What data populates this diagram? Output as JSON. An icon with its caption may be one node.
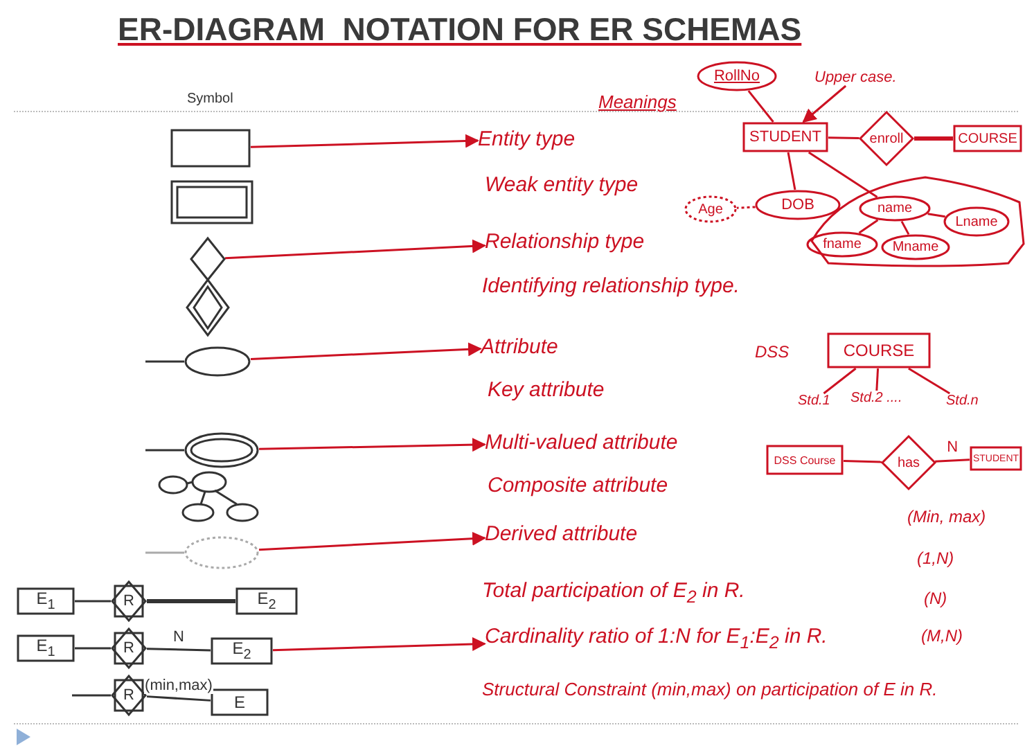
{
  "diagram": {
    "title": "ER-DIAGRAM  NOTATION FOR ER SCHEMAS",
    "nodes": [
      {
        "text": [],
        "shape": "box"
      },
      {
        "text": [],
        "shape": "box"
      },
      {
        "text": [],
        "shape": "diamond"
      },
      {
        "text": [],
        "shape": "diamond"
      },
      {
        "text": [],
        "shape": "ellipse"
      },
      {
        "text": [],
        "shape": "ellipse"
      },
      {
        "text": [],
        "shape": "ellipse"
      },
      {
        "text": [],
        "shape": "ellipse"
      },
      {
        "text": [
          "E$_{1}$"
        ]
      },
      {
        "text": [
          "R"
        ]
      },
      {
        "text": [
          "E$_{2}$"
        ]
      },
      {
        "text": [
          "E$_{1}$"
        ]
      },
      {
        "text": [
          "R"
        ]
      },
      {
        "text": [
          "E$_{2}$"
        ]
      },
      {
        "text": [
          "R"
        ]
      },
      {
        "text": [
          "E"
        ]
      },
      {
        "text": [
          "Entity type"
        ]
      },
      {
        "text": [
          "Relationship type"
        ]
      },
      {
        "text": [
          "Attribute"
        ]
      },
      {
        "text": [
          "Multi-valued attribute"
        ]
      },
      {
        "text": [
          "Derived attribute"
        ]
      },
      {
        "text": [
          "Cardinality ratio of 1:N for E$_{1}$:E$_{2}$ in R."
        ]
      },
      {
        "text": [
          "RollNo"
        ]
      },
      {
        "text": [
          "Upper case."
        ]
      },
      {
        "text": [
          "STUDENT"
        ]
      },
      {
        "text": [
          "enroll"
        ]
      },
      {
        "text": [
          "COURSE"
        ]
      },
      {
        "text": [
          "Age"
        ]
      },
      {
        "text": [
          "DOB"
        ]
      },
      {
        "text": [],
        "shape": "polygon"
      },
      {
        "text": [
          "name"
        ],
        "in": 29
      },
      {
        "text": [
          "fname"
        ],
        "in": 29
      },
      {
        "text": [
          "Mname"
        ],
        "in": 29
      },
      {
        "text": [
          "Lname"
        ],
        "in": 29
      },
      {
        "text": [
          "COURSE"
        ]
      },
      {
        "text": [
          "Std.1"
        ]
      },
      {
        "text": [
          "Std.2 ...."
        ]
      },
      {
        "text": [
          "Std.n"
        ]
      },
      {
        "text": [
          "DSS Course"
        ]
      },
      {
        "text": [
          "has"
        ]
      },
      {
        "text": [
          "STUDENT"
        ]
      }
    ],
    "edges": [
      {
        "from": 8,
        "to": 9,
        "arrow": "none",
        "color": "#333333"
      },
      {
        "from": 9,
        "to": 10,
        "arrow": "none",
        "style": "thick",
        "color": "#333333"
      },
      {
        "from": 11,
        "to": 12,
        "arrow": "none",
        "color": "#333333"
      },
      {
        "from": 12,
        "to": 13,
        "arrow": "none",
        "label": "N",
        "color": "#333333"
      },
      {
        "from": null,
        "to": 14,
        "arrow": "none",
        "color": "#333333"
      },
      {
        "from": 14,
        "to": 15,
        "arrow": "none",
        "label": "(min,max)",
        "color": "#333333"
      },
      {
        "from": 0,
        "to": 16,
        "arrow": "to"
      },
      {
        "from": 2,
        "to": 17,
        "arrow": "to"
      },
      {
        "from": 4,
        "to": 18,
        "arrow": "to"
      },
      {
        "from": 5,
        "to": 19,
        "arrow": "to"
      },
      {
        "from": 7,
        "to": 20,
        "arrow": "to"
      },
      {
        "from": 13,
        "to": 21,
        "arrow": "to"
      },
      {
        "from": 22,
        "to": 24,
        "arrow": "none"
      },
      {
        "from": 23,
        "to": 24,
        "arrow": "to"
      },
      {
        "from": 24,
        "to": 25,
        "arrow": "none"
      },
      {
        "from": 25,
        "to": 26,
        "arrow": "none",
        "style": "thick"
      },
      {
        "from": 24,
        "to": 28,
        "arrow": "none"
      },
      {
        "from": 28,
        "to": 27,
        "arrow": "none",
        "style": "dashed"
      },
      {
        "from": 24,
        "to": 30,
        "arrow": "none"
      },
      {
        "from": 30,
        "to": 31,
        "arrow": "none"
      },
      {
        "from": 30,
        "to": 32,
        "arrow": "none"
      },
      {
        "from": 30,
        "to": 33,
        "arrow": "none"
      },
      {
        "from": 34,
        "to": 35,
        "arrow": "none"
      },
      {
        "from": 34,
        "to": 36,
        "arrow": "none"
      },
      {
        "from": 34,
        "to": 37,
        "arrow": "none"
      },
      {
        "from": 38,
        "to": 39,
        "arrow": "none"
      },
      {
        "from": 39,
        "to": 40,
        "arrow": "none",
        "label": "N"
      }
    ],
    "labels": [
      "Symbol",
      "Meanings",
      "Weak entity type",
      "Identifying relationship type.",
      "Key attribute",
      "DSS",
      "Composite attribute",
      "(Min, max)",
      "(1,N)",
      "Total participation of E$_{2}$ in R.",
      "(N)",
      "(M,N)",
      "Structural Constraint (min,max) on participation of E in R."
    ]
  }
}
